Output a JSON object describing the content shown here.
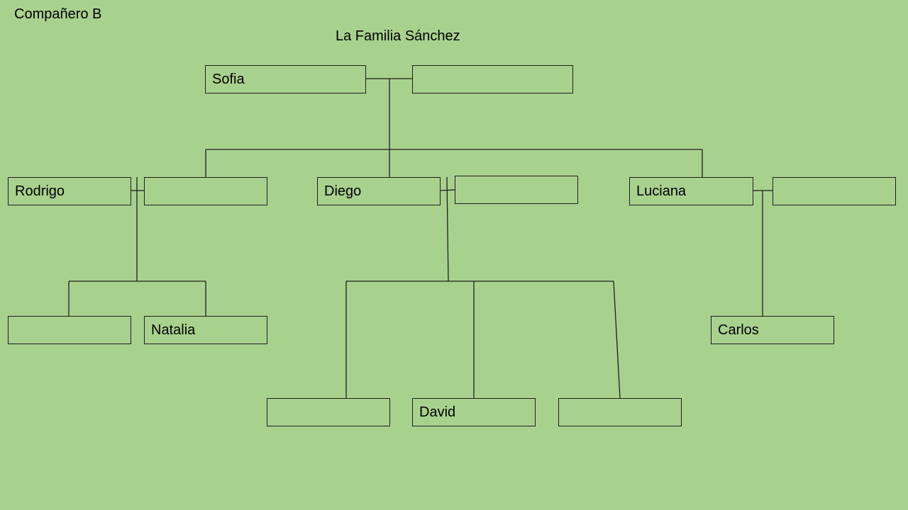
{
  "page": {
    "partner_label": "Compañero B",
    "title": "La Familia Sánchez",
    "background": "#a9d18e",
    "line_color": "#1f1f1f"
  },
  "tree": {
    "sofia": "Sofia",
    "sofia_spouse": "",
    "rodrigo": "Rodrigo",
    "rodrigo_spouse": "",
    "diego": "Diego",
    "diego_spouse": "",
    "luciana": "Luciana",
    "luciana_spouse": "",
    "rodrigo_child_1": "",
    "natalia": "Natalia",
    "carlos": "Carlos",
    "diego_child_1": "",
    "david": "David",
    "diego_child_3": ""
  }
}
